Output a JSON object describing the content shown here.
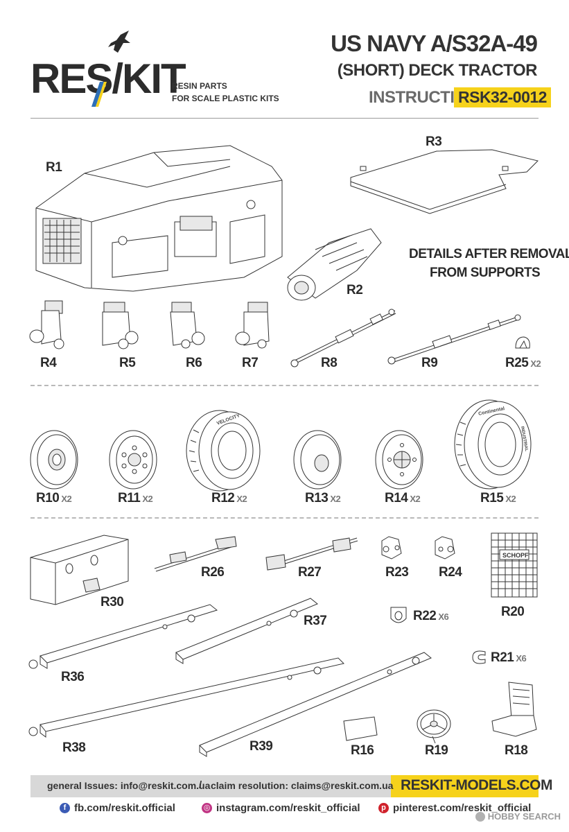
{
  "header": {
    "logo_text": "RES/KIT",
    "logo_sub_line1": "RESIN PARTS",
    "logo_sub_line2": "FOR SCALE PLASTIC KITS",
    "title_line1": "US NAVY A/S32A-49",
    "title_line2": "(SHORT) DECK TRACTOR",
    "instruction_label": "INSTRUCTION",
    "instruction_code": "RSK32-0012"
  },
  "note": {
    "line1": "DETAILS AFTER REMOVAL",
    "line2": "FROM SUPPORTS"
  },
  "parts": {
    "r1": {
      "label": "R1",
      "qty": ""
    },
    "r2": {
      "label": "R2",
      "qty": ""
    },
    "r3": {
      "label": "R3",
      "qty": ""
    },
    "r4": {
      "label": "R4",
      "qty": ""
    },
    "r5": {
      "label": "R5",
      "qty": ""
    },
    "r6": {
      "label": "R6",
      "qty": ""
    },
    "r7": {
      "label": "R7",
      "qty": ""
    },
    "r8": {
      "label": "R8",
      "qty": ""
    },
    "r9": {
      "label": "R9",
      "qty": ""
    },
    "r25": {
      "label": "R25",
      "qty": "X2"
    },
    "r10": {
      "label": "R10",
      "qty": "X2"
    },
    "r11": {
      "label": "R11",
      "qty": "X2"
    },
    "r12": {
      "label": "R12",
      "qty": "X2"
    },
    "r13": {
      "label": "R13",
      "qty": "X2"
    },
    "r14": {
      "label": "R14",
      "qty": "X2"
    },
    "r15": {
      "label": "R15",
      "qty": "X2"
    },
    "r30": {
      "label": "R30",
      "qty": ""
    },
    "r26": {
      "label": "R26",
      "qty": ""
    },
    "r27": {
      "label": "R27",
      "qty": ""
    },
    "r23": {
      "label": "R23",
      "qty": ""
    },
    "r24": {
      "label": "R24",
      "qty": ""
    },
    "r20": {
      "label": "R20",
      "qty": ""
    },
    "r37": {
      "label": "R37",
      "qty": ""
    },
    "r22": {
      "label": "R22",
      "qty": "X6"
    },
    "r36": {
      "label": "R36",
      "qty": ""
    },
    "r21": {
      "label": "R21",
      "qty": "X6"
    },
    "r38": {
      "label": "R38",
      "qty": ""
    },
    "r39": {
      "label": "R39",
      "qty": ""
    },
    "r16": {
      "label": "R16",
      "qty": ""
    },
    "r19": {
      "label": "R19",
      "qty": ""
    },
    "r18": {
      "label": "R18",
      "qty": ""
    }
  },
  "tire_text": {
    "r12_brand": "VELOCITY",
    "r15_brand": "Continental",
    "r15_model": "INDUSTRIAL",
    "r20_tag": "SCHOPF"
  },
  "footer": {
    "general_email": "general Issues: info@reskit.com.ua",
    "separator": "/",
    "claim_email": "claim resolution: claims@reskit.com.ua",
    "website": "RESKIT-MODELS.COM",
    "facebook": "fb.com/reskit.official",
    "instagram": "instagram.com/reskit_official",
    "pinterest": "pinterest.com/reskit_official",
    "watermark": "HOBBY SEARCH"
  },
  "colors": {
    "accent_yellow": "#f6d21b",
    "logo_blue": "#2d6fb8",
    "footer_grey": "#d8d8d8",
    "facebook_blue": "#3b5bb5",
    "instagram_pink": "#c13584",
    "pinterest_red": "#d0212b"
  }
}
